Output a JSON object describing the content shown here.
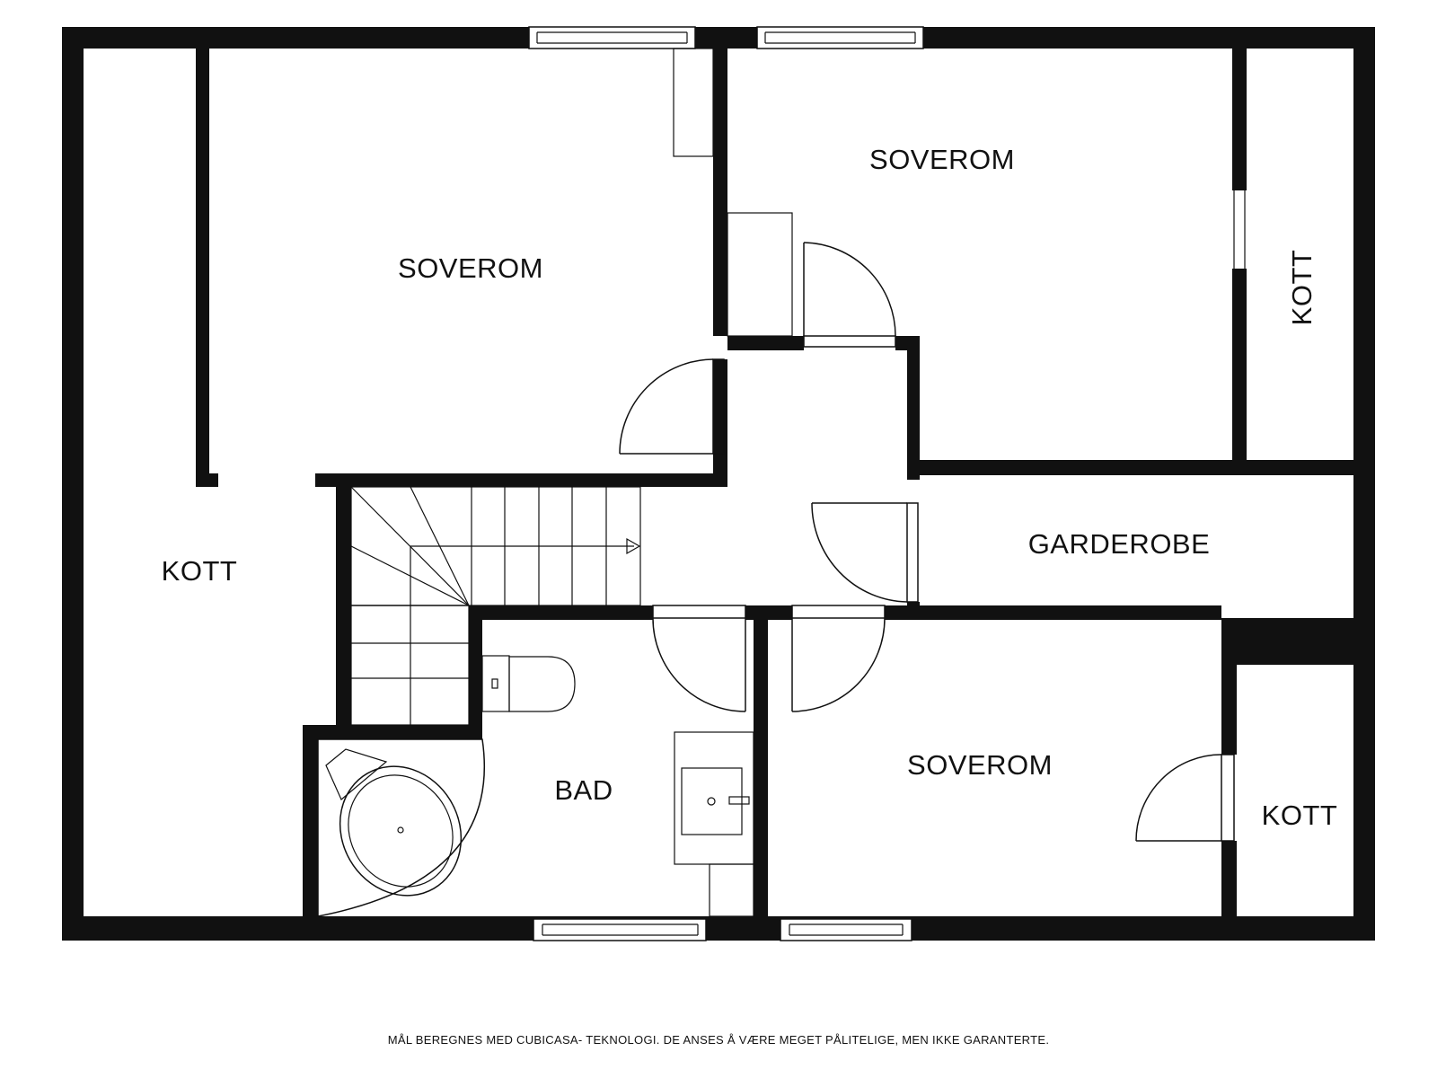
{
  "rooms": {
    "bedroom_top_left": "SOVEROM",
    "bedroom_top_right": "SOVEROM",
    "storage_top_right": "KOTT",
    "storage_left": "KOTT",
    "wardrobe": "GARDEROBE",
    "bathroom": "BAD",
    "bedroom_bottom_right": "SOVEROM",
    "storage_bottom_right": "KOTT"
  },
  "disclaimer": "MÅL BEREGNES MED CUBICASA- TEKNOLOGI. DE ANSES Å VÆRE MEGET PÅLITELIGE, MEN IKKE GARANTERTE.",
  "colors": {
    "wall": "#111111",
    "background": "#ffffff"
  }
}
